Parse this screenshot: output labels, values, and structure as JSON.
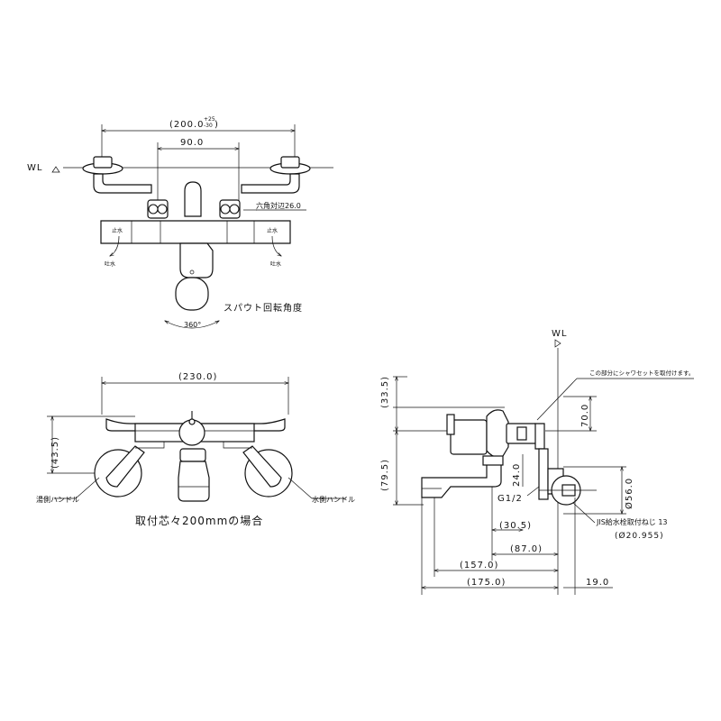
{
  "top_view": {
    "dim_overall": "(200.0",
    "dim_overall_tol_plus": "+25",
    "dim_overall_tol_minus": "-30",
    "dim_overall_close": ")",
    "dim_center": "90.0",
    "wl_label": "WL",
    "hex_label": "六角対辺26.0",
    "stop_left": "止水",
    "stop_right": "止水",
    "open_left": "吐水",
    "open_right": "吐水",
    "spout_rotation_label": "スパウト回転角度",
    "rotation_angle": "360°"
  },
  "front_view": {
    "dim_width": "(230.0)",
    "dim_height": "(43.5)",
    "hot_handle": "湯側ハンドル",
    "cold_handle": "水側ハンドル",
    "caption": "取付芯々200mmの場合"
  },
  "side_view": {
    "wl_label": "WL",
    "shower_note": "この部分にシャワセットを取付けます。",
    "dim_33_5": "(33.5)",
    "dim_79_5": "(79.5)",
    "dim_70": "70.0",
    "dim_24": "24.0",
    "dim_56": "Ø56.0",
    "thread_label": "G1/2",
    "dim_30_5": "(30.5)",
    "dim_87": "(87.0)",
    "dim_157": "(157.0)",
    "dim_175": "(175.0)",
    "dim_19": "19.0",
    "jis_label": "JIS給水栓取付ねじ 13",
    "jis_dim": "(Ø20.955)"
  }
}
